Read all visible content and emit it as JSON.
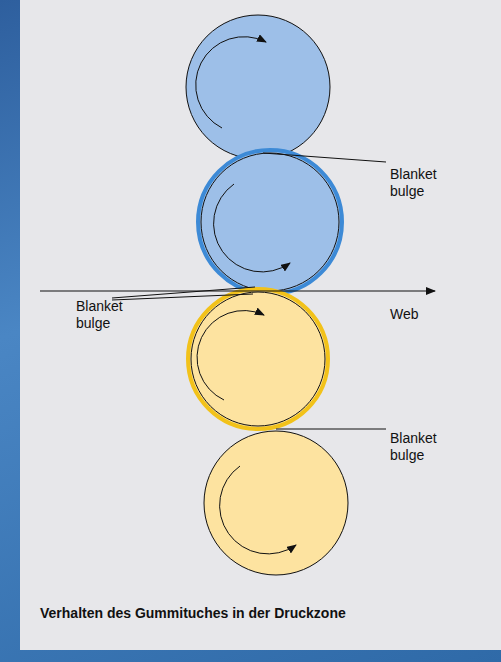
{
  "diagram": {
    "caption": "Verhalten des Gummituches in der Druckzone",
    "labels": [
      "Blanket bulge",
      "Blanket bulge",
      "Web",
      "Blanket bulge"
    ]
  }
}
